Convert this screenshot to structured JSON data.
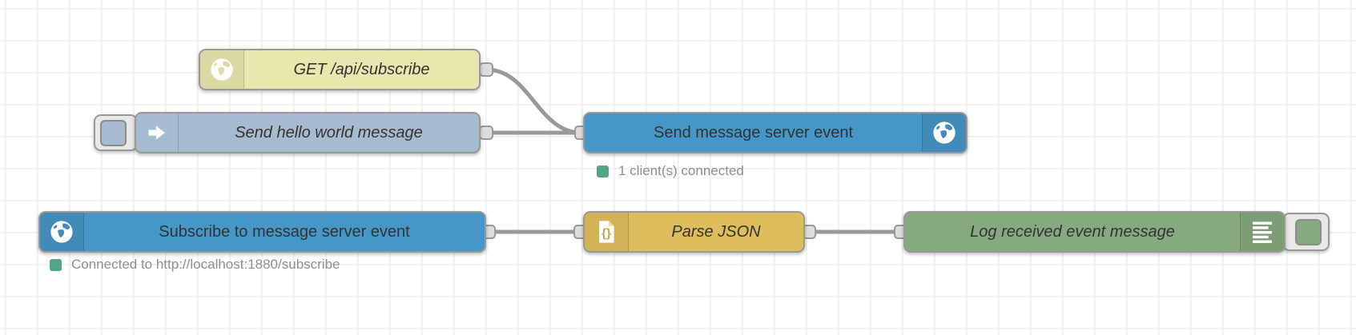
{
  "app": "node-red-flow-editor",
  "workspace": {
    "background": "#ffffff",
    "grid_color": "#ececec",
    "grid_size": 40
  },
  "colors": {
    "http_in_node": "#e7e7ae",
    "inject_node": "#a6bbcf",
    "sse_node": "#4696c8",
    "json_node": "#debd5c",
    "debug_node": "#87a980",
    "node_border": "#999999",
    "wire": "#999999",
    "port_fill": "#dddddd",
    "status_green": "#53a682",
    "status_text": "#8f8f8f",
    "label_text": "#333333"
  },
  "nodes": {
    "http_in": {
      "label": "GET /api/subscribe",
      "icon": "globe-icon",
      "ports": "output"
    },
    "inject": {
      "label": "Send hello world message",
      "icon": "inject-arrow-icon",
      "ports": "output",
      "has_button": true
    },
    "sse_out": {
      "label": "Send message server event",
      "icon": "globe-icon",
      "ports": "input",
      "status": "1 client(s) connected"
    },
    "sse_in": {
      "label": "Subscribe to message server event",
      "icon": "globe-icon",
      "ports": "output",
      "status": "Connected to http://localhost:1880/subscribe"
    },
    "json": {
      "label": "Parse JSON",
      "icon": "json-file-icon",
      "ports": "input-output"
    },
    "debug": {
      "label": "Log received event message",
      "icon": "debug-lines-icon",
      "ports": "input",
      "has_button": true
    }
  },
  "wires": [
    {
      "from": "http_in",
      "to": "sse_out"
    },
    {
      "from": "inject",
      "to": "sse_out"
    },
    {
      "from": "sse_in",
      "to": "json"
    },
    {
      "from": "json",
      "to": "debug"
    }
  ]
}
